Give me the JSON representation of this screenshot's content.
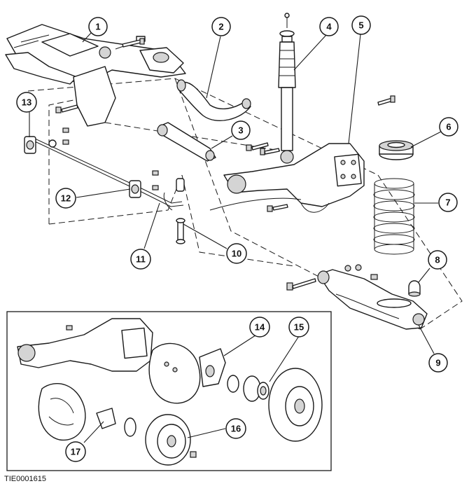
{
  "figure_ref": "TIE0001615",
  "callouts": [
    {
      "label": "1"
    },
    {
      "label": "2"
    },
    {
      "label": "3"
    },
    {
      "label": "4"
    },
    {
      "label": "5"
    },
    {
      "label": "6"
    },
    {
      "label": "7"
    },
    {
      "label": "8"
    },
    {
      "label": "9"
    },
    {
      "label": "10"
    },
    {
      "label": "11"
    },
    {
      "label": "12"
    },
    {
      "label": "13"
    },
    {
      "label": "14"
    },
    {
      "label": "15"
    },
    {
      "label": "16"
    },
    {
      "label": "17"
    }
  ],
  "colors": {
    "line": "#1a1a1a",
    "shade": "#d4d4d4",
    "background": "#ffffff"
  }
}
